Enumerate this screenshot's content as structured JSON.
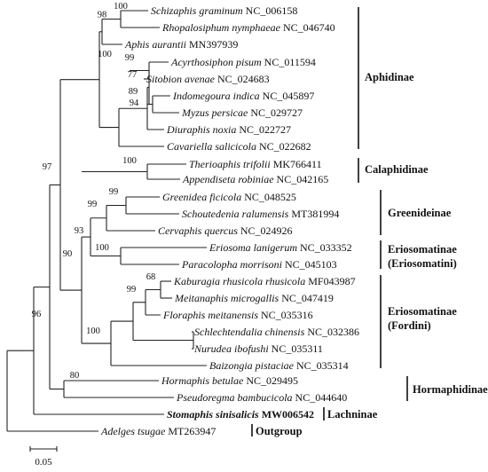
{
  "tree": {
    "taxa": [
      {
        "species": "Schizaphis graminum",
        "accession": "NC_006158"
      },
      {
        "species": "Rhopalosiphum nymphaeae",
        "accession": "NC_046740"
      },
      {
        "species": "Aphis aurantii",
        "accession": "MN397939"
      },
      {
        "species": "Acyrthosiphon pisum",
        "accession": "NC_011594"
      },
      {
        "species": "Sitobion avenae",
        "accession": "NC_024683"
      },
      {
        "species": "Indomegoura indica",
        "accession": "NC_045897"
      },
      {
        "species": "Myzus persicae",
        "accession": "NC_029727"
      },
      {
        "species": "Diuraphis noxia",
        "accession": "NC_022727"
      },
      {
        "species": "Cavariella salicicola",
        "accession": "NC_022682"
      },
      {
        "species": "Therioaphis trifolii",
        "accession": "MK766411"
      },
      {
        "species": "Appendiseta robiniae",
        "accession": "NC_042165"
      },
      {
        "species": "Greenidea ficicola",
        "accession": "NC_048525"
      },
      {
        "species": "Schoutedenia ralumensis",
        "accession": "MT381994"
      },
      {
        "species": "Cervaphis quercus",
        "accession": "NC_024926"
      },
      {
        "species": "Eriosoma lanigerum",
        "accession": "NC_033352"
      },
      {
        "species": "Paracolopha morrisoni",
        "accession": "NC_045103"
      },
      {
        "species": "Kaburagia rhusicola rhusicola",
        "accession": "MF043987"
      },
      {
        "species": "Meitanaphis microgallis",
        "accession": "NC_047419"
      },
      {
        "species": "Floraphis meitanensis",
        "accession": "NC_035316"
      },
      {
        "species": "Schlechtendalia chinensis",
        "accession": "NC_032386"
      },
      {
        "species": "Nurudea ibofushi",
        "accession": "NC_035311"
      },
      {
        "species": "Baizongia pistaciae",
        "accession": "NC_035314"
      },
      {
        "species": "Hormaphis betulae",
        "accession": "NC_029495"
      },
      {
        "species": "Pseudoregma bambucicola",
        "accession": "NC_044640"
      },
      {
        "species": "Stomaphis sinisalicis",
        "accession": "MW006542"
      },
      {
        "species": "Adelges tsugae",
        "accession": "MT263947"
      }
    ],
    "bootstrap": [
      "100",
      "98",
      "99",
      "77",
      "94",
      "89",
      "100",
      "100",
      "99",
      "99",
      "93",
      "100",
      "68",
      "99",
      "100",
      "90",
      "97",
      "80",
      "96"
    ],
    "groups": [
      {
        "lines": [
          "Aphidinae"
        ]
      },
      {
        "lines": [
          "Calaphidinae"
        ]
      },
      {
        "lines": [
          "Greenideinae"
        ]
      },
      {
        "lines": [
          "Eriosomatinae",
          "(Eriosomatini)"
        ]
      },
      {
        "lines": [
          "Eriosomatinae",
          "(Fordini)"
        ]
      },
      {
        "lines": [
          "Hormaphidinae"
        ]
      },
      {
        "lines": [
          "Lachninae"
        ]
      },
      {
        "lines": [
          "Outgroup"
        ]
      }
    ],
    "scale_bar_label": "0.05"
  }
}
